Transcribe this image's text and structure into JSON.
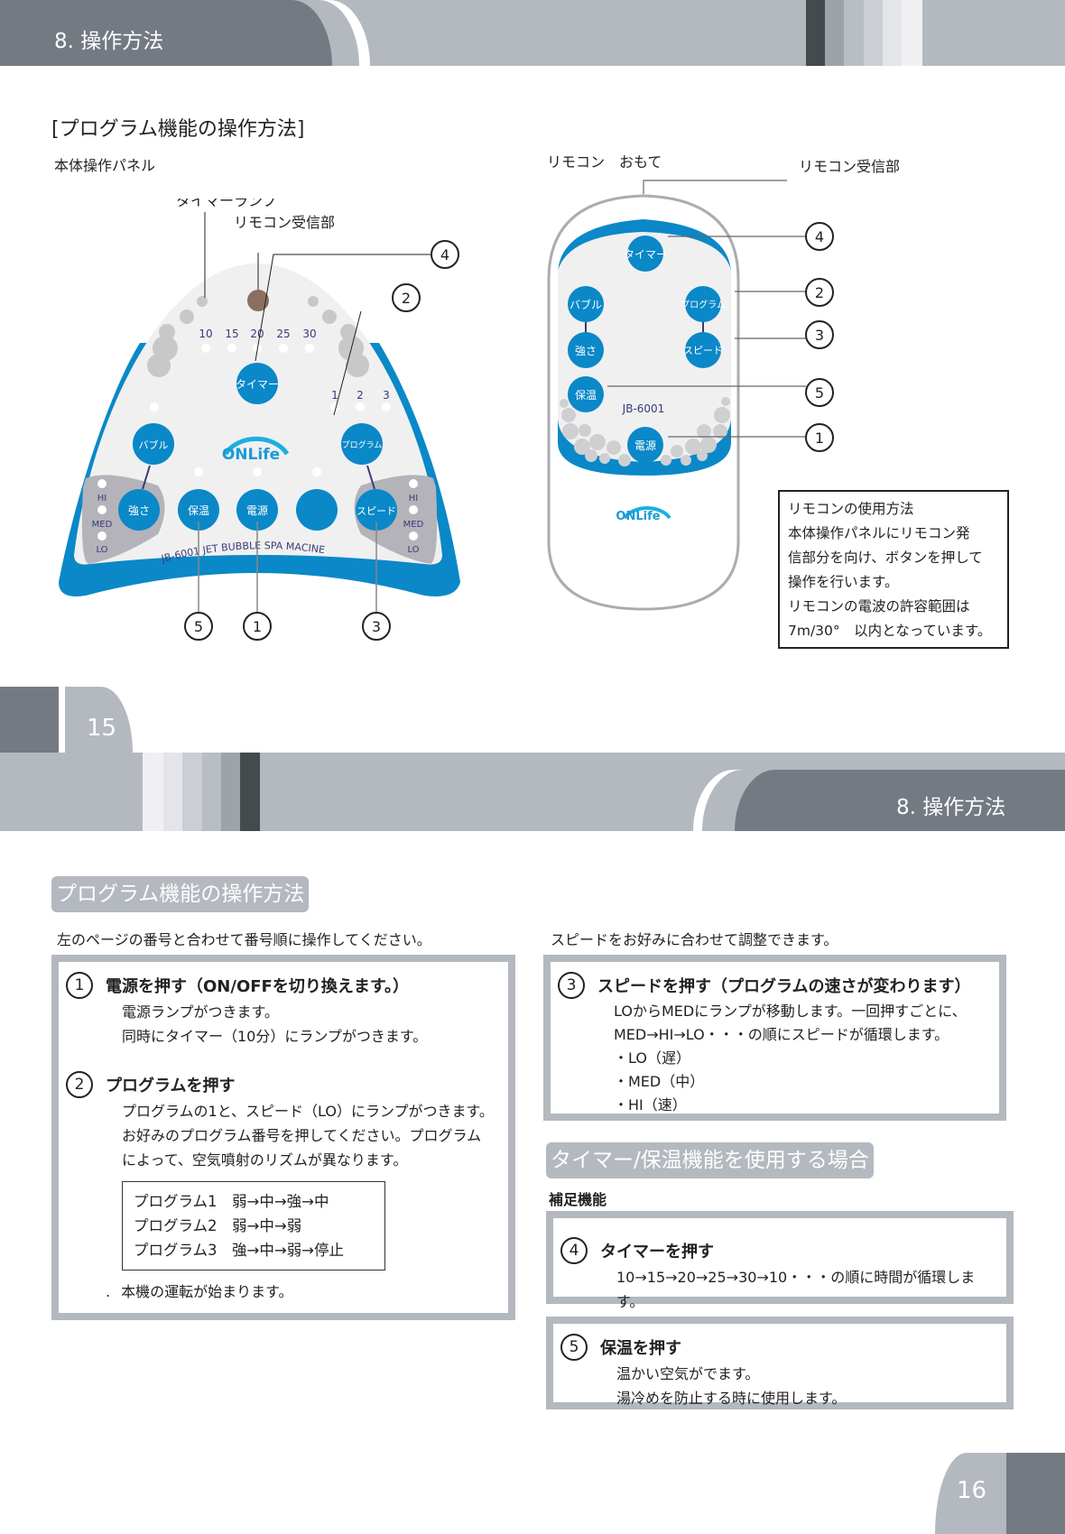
{
  "header_top": {
    "section_title": "8. 操作方法"
  },
  "page_left": {
    "title": "[プログラム機能の操作方法]",
    "panel_label": "本体操作パネル",
    "remote_label": "リモコン　おもて",
    "panel": {
      "timer_lamp_label": "タイマーランプ",
      "receiver_label": "リモコン受信部",
      "timer_values": [
        "10",
        "15",
        "20",
        "25",
        "30"
      ],
      "program_numbers": [
        "1",
        "2",
        "3"
      ],
      "buttons": {
        "timer": "タイマー",
        "bubble": "バブル",
        "program": "プログラム",
        "strength": "強さ",
        "keep_warm": "保温",
        "power": "電源",
        "speed": "スピード"
      },
      "levels": [
        "HI",
        "MED",
        "LO"
      ],
      "logo": "ONLife",
      "model_text": "JB-6001  JET  BUBBLE  SPA  MACINE",
      "callouts": [
        "4",
        "2",
        "5",
        "1",
        "3"
      ]
    },
    "remote": {
      "receiver_label": "リモコン受信部",
      "buttons": {
        "timer": "タイマー",
        "bubble": "バブル",
        "program": "プログラム",
        "strength": "強さ",
        "speed": "スピード",
        "keep_warm": "保温",
        "power": "電源"
      },
      "model": "JB-6001",
      "logo": "ONLife",
      "callouts": [
        "4",
        "2",
        "3",
        "5",
        "1"
      ]
    },
    "info_box": [
      "リモコンの使用方法",
      "本体操作パネルにリモコン発",
      "信部分を向け、ボタンを押して",
      "操作を行います。",
      "リモコンの電波の許容範囲は",
      "7m/30°　以内となっています。"
    ],
    "page_number": "15"
  },
  "page_right": {
    "section_title": "8. 操作方法",
    "pill1": "プログラム機能の操作方法",
    "intro_left": "左のページの番号と合わせて番号順に操作してください。",
    "intro_right": "スピードをお好みに合わせて調整できます。",
    "step1": {
      "num": "1",
      "title": "電源を押す（ON/OFFを切り換えます。）",
      "lines": [
        "電源ランプがつきます。",
        "同時にタイマー（10分）にランプがつきます。"
      ]
    },
    "step2": {
      "num": "2",
      "title": "プログラムを押す",
      "lines": [
        "プログラムの1と、スピード（LO）にランプがつきます。",
        "お好みのプログラム番号を押してください。プログラム",
        "によって、空気噴射のリズムが異なります。"
      ],
      "programs": [
        "プログラム1　弱→中→強→中",
        "プログラム2　弱→中→弱",
        "プログラム3　強→中→弱→停止"
      ],
      "footer_mark": ".",
      "footer": "本機の運転が始まります。"
    },
    "step3": {
      "num": "3",
      "title": "スピードを押す（プログラムの速さが変わります）",
      "lines": [
        "LOからMEDにランプが移動します。一回押すごとに、",
        "MED→HI→LO・・・の順にスピードが循環します。",
        "・LO（遅）",
        "・MED（中）",
        "・HI（速）"
      ]
    },
    "pill2": "タイマー/保温機能を使用する場合",
    "sub_label": "補足機能",
    "step4": {
      "num": "4",
      "title": "タイマーを押す",
      "lines": [
        "10→15→20→25→30→10・・・の順に時間が循環します。"
      ]
    },
    "step5": {
      "num": "5",
      "title": "保温を押す",
      "lines": [
        "温かい空気がでます。",
        "湯冷めを防止する時に使用します。"
      ]
    },
    "page_number": "16"
  },
  "colors": {
    "accent_blue": "#0a88c8",
    "band_gray": "#b4b8bf",
    "band_dark": "#737a82"
  }
}
